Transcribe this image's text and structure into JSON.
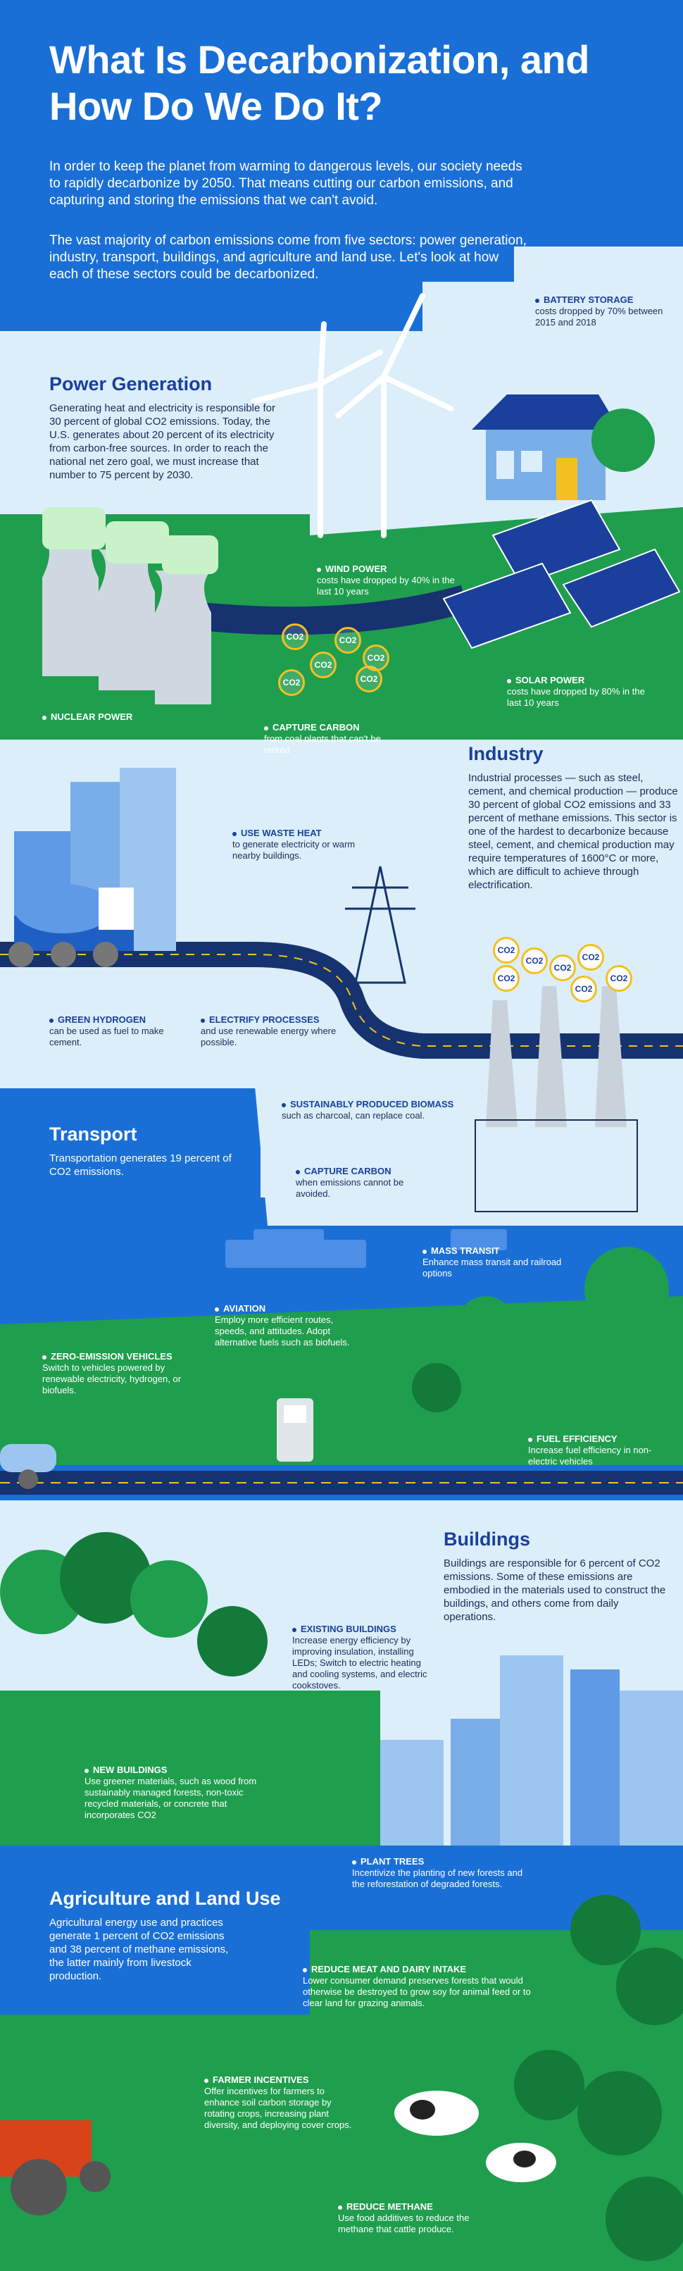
{
  "title": "What Is Decarbonization, and How Do We Do It?",
  "intro": [
    "In order to keep the planet from warming to dangerous levels, our society needs to rapidly decarbonize by 2050. That means cutting our carbon emissions, and capturing and storing the emissions that we can't avoid.",
    "The vast majority of carbon emissions come from five sectors: power generation, industry, transport, buildings, and agriculture and land use. Let's look at how each of these sectors could be decarbonized."
  ],
  "co2_label": "CO2",
  "power": {
    "heading": "Power Generation",
    "body": "Generating heat and electricity is responsible for 30 percent of global CO2 emissions. Today, the U.S. generates about 20 percent of its electricity from carbon-free sources. In order to reach the national net zero goal, we must increase that number to 75 percent by 2030.",
    "battery": {
      "title": "BATTERY STORAGE",
      "text": "costs dropped by 70% between 2015 and 2018"
    },
    "wind": {
      "title": "WIND POWER",
      "text": "costs have dropped by 40% in the last 10 years"
    },
    "solar": {
      "title": "SOLAR POWER",
      "text": "costs have dropped by 80% in the last 10 years"
    },
    "nuclear": {
      "title": "NUCLEAR POWER"
    },
    "capture": {
      "title": "CAPTURE CARBON",
      "text": "from coal plants that can't be retired"
    }
  },
  "industry": {
    "heading": "Industry",
    "body": "Industrial processes — such as steel, cement, and chemical production — produce 30 percent of global CO2 emissions and 33 percent of methane emissions. This sector is one of the hardest to decarbonize because steel, cement, and chemical production may require temperatures of 1600°C or more, which are difficult to achieve through electrification.",
    "waste_heat": {
      "title": "USE WASTE HEAT",
      "text": "to generate electricity or warm nearby buildings."
    },
    "hydrogen": {
      "title": "GREEN HYDROGEN",
      "text": "can be used as fuel to make cement."
    },
    "electrify": {
      "title": "ELECTRIFY PROCESSES",
      "text": "and use renewable energy where possible."
    },
    "biomass": {
      "title": "SUSTAINABLY PRODUCED BIOMASS",
      "text": "such as charcoal, can replace coal."
    },
    "capture": {
      "title": "CAPTURE CARBON",
      "text": "when emissions cannot be avoided."
    }
  },
  "transport": {
    "heading": "Transport",
    "body": "Transportation generates 19 percent of CO2 emissions.",
    "mass_transit": {
      "title": "MASS TRANSIT",
      "text": "Enhance mass transit and railroad options"
    },
    "aviation": {
      "title": "AVIATION",
      "text": "Employ more efficient routes, speeds, and attitudes. Adopt alternative fuels such as biofuels."
    },
    "zev": {
      "title": "ZERO-EMISSION VEHICLES",
      "text": "Switch to vehicles powered by renewable electricity, hydrogen, or biofuels."
    },
    "fuel": {
      "title": "FUEL EFFICIENCY",
      "text": "Increase fuel efficiency in non-electric vehicles"
    }
  },
  "buildings": {
    "heading": "Buildings",
    "body": "Buildings are responsible for 6 percent of CO2 emissions. Some of these emissions are embodied in the materials used to construct the buildings, and others come from daily operations.",
    "existing": {
      "title": "EXISTING BUILDINGS",
      "text": "Increase energy efficiency by improving insulation, installing LEDs; Switch to electric heating and cooling systems, and electric cookstoves."
    },
    "new": {
      "title": "NEW BUILDINGS",
      "text": "Use greener materials, such as wood from sustainably managed forests, non-toxic recycled materials, or concrete that incorporates CO2"
    }
  },
  "agri": {
    "heading": "Agriculture and Land Use",
    "body": "Agricultural energy use and practices generate 1 percent of CO2 emissions and 38 percent of methane emissions, the latter mainly from livestock production.",
    "trees": {
      "title": "PLANT TREES",
      "text": "Incentivize the planting of new forests and the reforestation of degraded forests."
    },
    "meat": {
      "title": "REDUCE MEAT AND DAIRY INTAKE",
      "text": "Lower consumer demand preserves forests that would otherwise be destroyed to grow soy for animal feed or to clear land for grazing animals."
    },
    "farmer": {
      "title": "FARMER INCENTIVES",
      "text": "Offer incentives for farmers to enhance soil carbon storage by rotating crops, increasing plant diversity, and deploying cover crops."
    },
    "methane": {
      "title": "REDUCE METHANE",
      "text": "Use food additives to reduce the methane that cattle produce."
    }
  },
  "colors": {
    "blue": "#1a6fd6",
    "navy": "#1b3f9c",
    "light": "#dbeefa",
    "green": "#1f9e4e",
    "dark_green": "#137a3a",
    "yellow": "#f4c020"
  }
}
